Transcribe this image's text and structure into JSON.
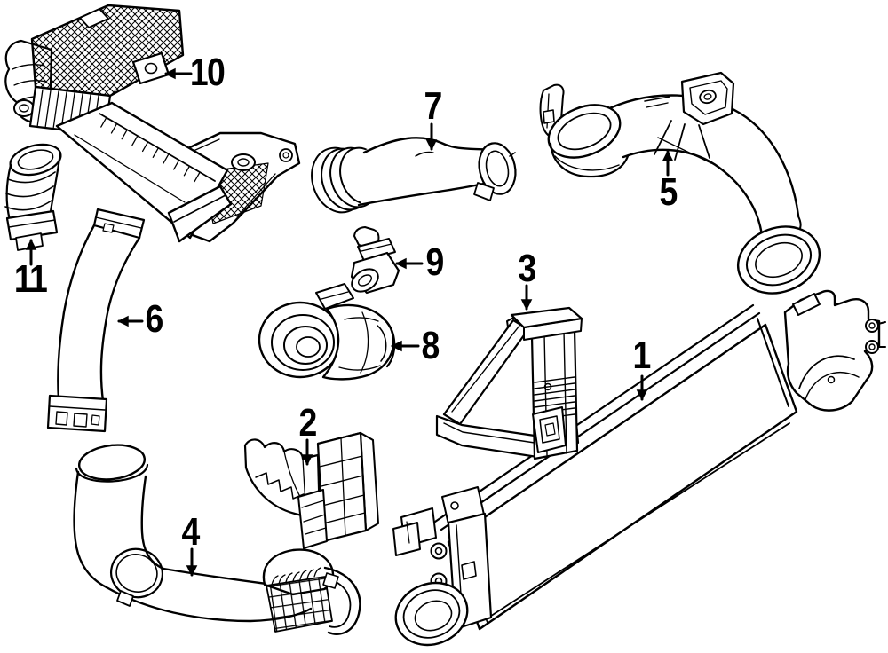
{
  "canvas": {
    "background_color": "#ffffff",
    "line_color": "#000000",
    "label_text_color": "#000000"
  },
  "callouts": [
    {
      "label": "1"
    },
    {
      "label": "2"
    },
    {
      "label": "3"
    },
    {
      "label": "4"
    },
    {
      "label": "5"
    },
    {
      "label": "6"
    },
    {
      "label": "7"
    },
    {
      "label": "8"
    },
    {
      "label": "9"
    },
    {
      "label": "10"
    },
    {
      "label": "11"
    }
  ]
}
